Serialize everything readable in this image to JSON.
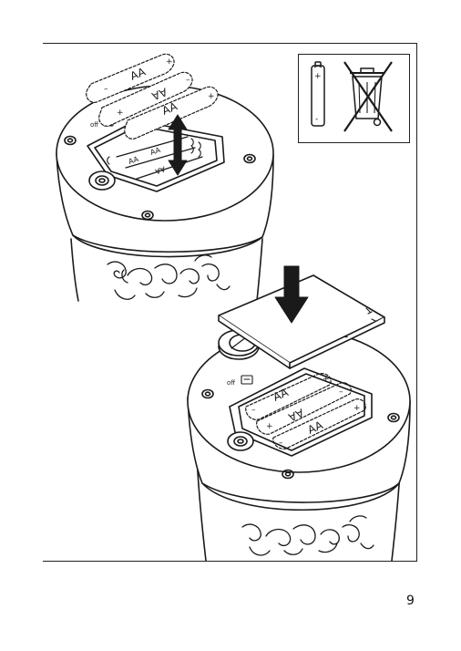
{
  "page": {
    "number": "9"
  },
  "step1": {
    "battery_labels": [
      "AA",
      "AA",
      "AA"
    ],
    "switch_label": "off"
  },
  "step2": {
    "battery_labels": [
      "AA",
      "AA",
      "AA"
    ],
    "switch_label": "off"
  },
  "weee": {
    "icon": "crossed-out-bin-icon",
    "battery_polarity": [
      "+",
      "-"
    ]
  }
}
